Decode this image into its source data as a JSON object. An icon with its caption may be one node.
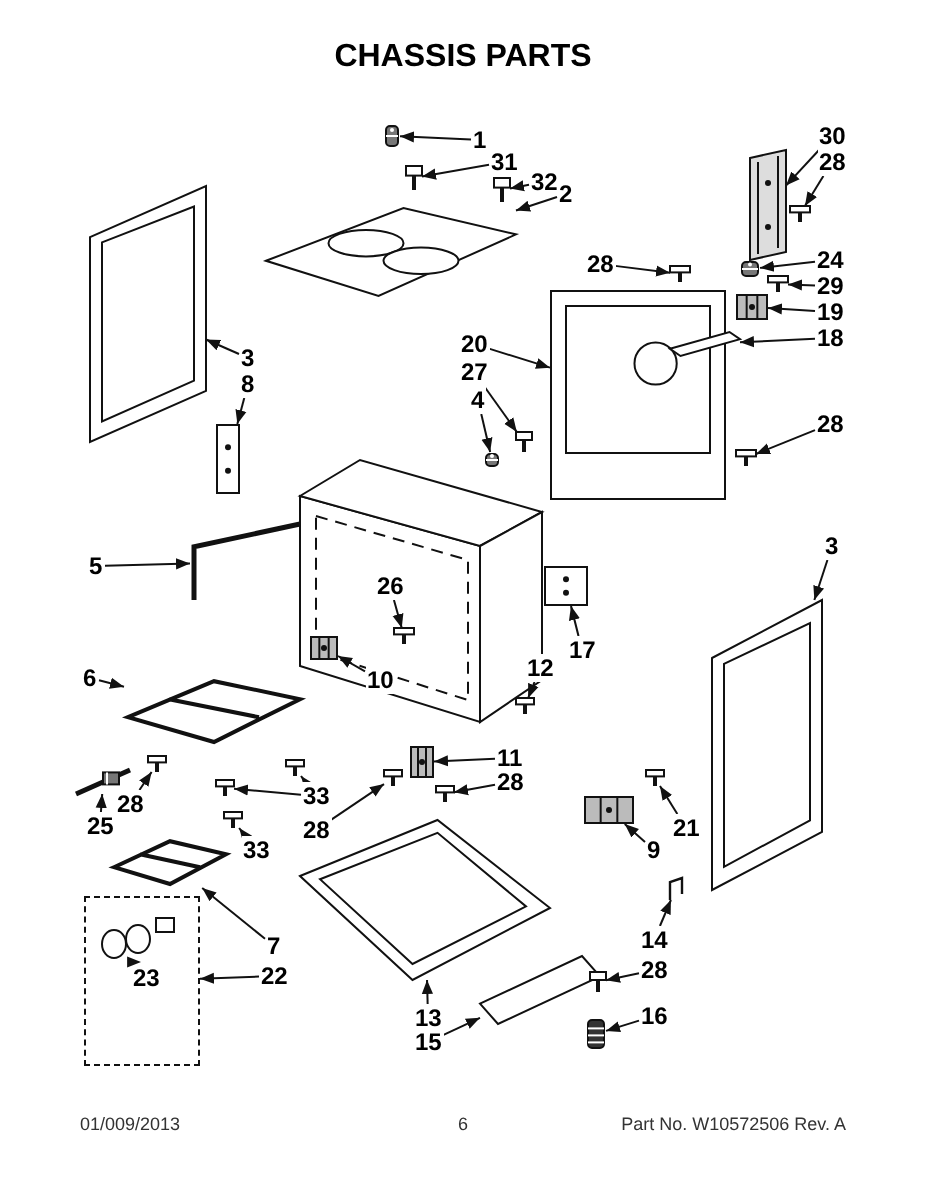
{
  "diagram": {
    "title": "CHASSIS PARTS",
    "nodes": [
      {
        "text": [
          "1"
        ]
      },
      {
        "text": [],
        "shape": "picture"
      },
      {
        "text": [
          "31"
        ]
      },
      {
        "text": [],
        "shape": "picture"
      },
      {
        "text": [
          "32"
        ]
      },
      {
        "text": [],
        "shape": "picture"
      },
      {
        "text": [
          "2"
        ]
      },
      {
        "text": [],
        "shape": "picture"
      },
      {
        "text": [
          "30"
        ]
      },
      {
        "text": [],
        "shape": "picture"
      },
      {
        "text": [
          "28"
        ]
      },
      {
        "text": [],
        "shape": "picture"
      },
      {
        "text": [
          "28"
        ]
      },
      {
        "text": [],
        "shape": "picture"
      },
      {
        "text": [
          "24"
        ]
      },
      {
        "text": [],
        "shape": "picture"
      },
      {
        "text": [
          "29"
        ]
      },
      {
        "text": [],
        "shape": "picture"
      },
      {
        "text": [
          "19"
        ]
      },
      {
        "text": [],
        "shape": "picture"
      },
      {
        "text": [
          "18"
        ]
      },
      {
        "text": [],
        "shape": "picture"
      },
      {
        "text": [
          "3"
        ]
      },
      {
        "text": [],
        "shape": "picture"
      },
      {
        "text": [
          "8"
        ]
      },
      {
        "text": [],
        "shape": "picture"
      },
      {
        "text": [
          "20"
        ]
      },
      {
        "text": [],
        "shape": "picture"
      },
      {
        "text": [
          "27"
        ]
      },
      {
        "text": [],
        "shape": "picture"
      },
      {
        "text": [
          "4"
        ]
      },
      {
        "text": [],
        "shape": "picture"
      },
      {
        "text": [
          "28"
        ]
      },
      {
        "text": [],
        "shape": "picture"
      },
      {
        "text": [
          "5"
        ]
      },
      {
        "text": [],
        "shape": "picture"
      },
      {
        "text": [
          "26"
        ]
      },
      {
        "text": [],
        "shape": "picture"
      },
      {
        "text": [
          "17"
        ]
      },
      {
        "text": [],
        "shape": "picture"
      },
      {
        "text": [
          "10"
        ]
      },
      {
        "text": [],
        "shape": "picture"
      },
      {
        "text": [
          "12"
        ]
      },
      {
        "text": [],
        "shape": "picture"
      },
      {
        "text": [
          "6"
        ]
      },
      {
        "text": [],
        "shape": "picture"
      },
      {
        "text": [
          "3"
        ]
      },
      {
        "text": [],
        "shape": "picture"
      },
      {
        "text": [
          "11"
        ]
      },
      {
        "text": [],
        "shape": "picture"
      },
      {
        "text": [
          "28"
        ]
      },
      {
        "text": [],
        "shape": "picture"
      },
      {
        "text": [
          "33"
        ]
      },
      {
        "text": [],
        "shape": "picture"
      },
      {
        "text": [],
        "shape": "picture"
      },
      {
        "text": [
          "28"
        ]
      },
      {
        "text": [],
        "shape": "picture"
      },
      {
        "text": [
          "25"
        ]
      },
      {
        "text": [],
        "shape": "picture"
      },
      {
        "text": [
          "28"
        ]
      },
      {
        "text": [],
        "shape": "picture"
      },
      {
        "text": [
          "21"
        ]
      },
      {
        "text": [],
        "shape": "picture"
      },
      {
        "text": [
          "9"
        ]
      },
      {
        "text": [],
        "shape": "picture"
      },
      {
        "text": [
          "33"
        ]
      },
      {
        "text": [],
        "shape": "picture"
      },
      {
        "text": [
          "7"
        ]
      },
      {
        "text": [],
        "shape": "picture"
      },
      {
        "text": [
          "22"
        ]
      },
      {
        "text": [],
        "shape": "box"
      },
      {
        "text": [
          "23"
        ],
        "in": 70
      },
      {
        "text": [],
        "shape": "picture",
        "in": 70
      },
      {
        "text": [
          "14"
        ]
      },
      {
        "text": [],
        "shape": "picture"
      },
      {
        "text": [
          "13"
        ]
      },
      {
        "text": [],
        "shape": "picture"
      },
      {
        "text": [
          "15"
        ]
      },
      {
        "text": [],
        "shape": "picture"
      },
      {
        "text": [
          "28"
        ]
      },
      {
        "text": [],
        "shape": "picture"
      },
      {
        "text": [
          "16"
        ]
      },
      {
        "text": [],
        "shape": "picture"
      }
    ],
    "edges": [
      {
        "from": 0,
        "to": 1,
        "arrow": "to"
      },
      {
        "from": 2,
        "to": 3,
        "arrow": "to"
      },
      {
        "from": 4,
        "to": 5,
        "arrow": "to"
      },
      {
        "from": 6,
        "to": 7,
        "arrow": "to"
      },
      {
        "from": 8,
        "to": 9,
        "arrow": "to"
      },
      {
        "from": 10,
        "to": 11,
        "arrow": "to"
      },
      {
        "from": 12,
        "to": 13,
        "arrow": "to"
      },
      {
        "from": 14,
        "to": 15,
        "arrow": "to"
      },
      {
        "from": 16,
        "to": 17,
        "arrow": "to"
      },
      {
        "from": 18,
        "to": 19,
        "arrow": "to"
      },
      {
        "from": 20,
        "to": 21,
        "arrow": "to"
      },
      {
        "from": 22,
        "to": 23,
        "arrow": "to"
      },
      {
        "from": 24,
        "to": 25,
        "arrow": "to"
      },
      {
        "from": 26,
        "to": 27,
        "arrow": "to"
      },
      {
        "from": 28,
        "to": 29,
        "arrow": "to"
      },
      {
        "from": 30,
        "to": 31,
        "arrow": "to"
      },
      {
        "from": 32,
        "to": 33,
        "arrow": "to"
      },
      {
        "from": 34,
        "to": 35,
        "arrow": "to"
      },
      {
        "from": 36,
        "to": 37,
        "arrow": "to"
      },
      {
        "from": 38,
        "to": 39,
        "arrow": "to"
      },
      {
        "from": 40,
        "to": 41,
        "arrow": "to"
      },
      {
        "from": 42,
        "to": 43,
        "arrow": "to"
      },
      {
        "from": 44,
        "to": 45,
        "arrow": "to"
      },
      {
        "from": 46,
        "to": 47,
        "arrow": "to"
      },
      {
        "from": 48,
        "to": 49,
        "arrow": "to"
      },
      {
        "from": 50,
        "to": 51,
        "arrow": "to"
      },
      {
        "from": 52,
        "to": 53,
        "arrow": "to"
      },
      {
        "from": 52,
        "to": 54,
        "arrow": "to"
      },
      {
        "from": 55,
        "to": 56,
        "arrow": "to"
      },
      {
        "from": 57,
        "to": 58,
        "arrow": "to"
      },
      {
        "from": 59,
        "to": 60,
        "arrow": "to"
      },
      {
        "from": 61,
        "to": 62,
        "arrow": "to"
      },
      {
        "from": 63,
        "to": 64,
        "arrow": "to"
      },
      {
        "from": 65,
        "to": 66,
        "arrow": "to"
      },
      {
        "from": 67,
        "to": 68,
        "arrow": "to"
      },
      {
        "from": 69,
        "to": 70,
        "arrow": "to"
      },
      {
        "from": 71,
        "to": 72,
        "arrow": "to"
      },
      {
        "from": 73,
        "to": 74,
        "arrow": "to"
      },
      {
        "from": 75,
        "to": 76,
        "arrow": "to"
      },
      {
        "from": 77,
        "to": 78,
        "arrow": "to"
      },
      {
        "from": 79,
        "to": 80,
        "arrow": "to"
      },
      {
        "from": 81,
        "to": 82,
        "arrow": "to"
      }
    ],
    "labels": [
      "01/009/2013",
      "6",
      "Part No. W10572506 Rev. A"
    ]
  }
}
